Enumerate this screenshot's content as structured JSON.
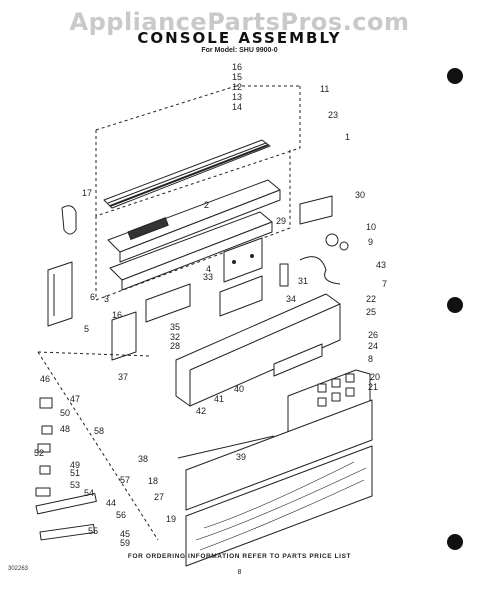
{
  "watermark": "AppliancePartsPros.com",
  "title": "CONSOLE ASSEMBLY",
  "subtitle": "For Model: SHU 9900-0",
  "footer": "FOR ORDERING INFORMATION REFER TO PARTS PRICE LIST",
  "page_number": "8",
  "document_id": "302263",
  "part_labels": [
    "16",
    "15",
    "12",
    "13",
    "14",
    "11",
    "23",
    "1",
    "17",
    "2",
    "30",
    "29",
    "10",
    "9",
    "4",
    "33",
    "31",
    "43",
    "6",
    "3",
    "7",
    "22",
    "34",
    "25",
    "5",
    "16",
    "35",
    "32",
    "28",
    "26",
    "24",
    "8",
    "37",
    "20",
    "21",
    "46",
    "47",
    "50",
    "48",
    "58",
    "52",
    "49",
    "51",
    "57",
    "53",
    "54",
    "44",
    "56",
    "55",
    "45",
    "59",
    "42",
    "41",
    "40",
    "39",
    "38",
    "18",
    "27",
    "19"
  ]
}
